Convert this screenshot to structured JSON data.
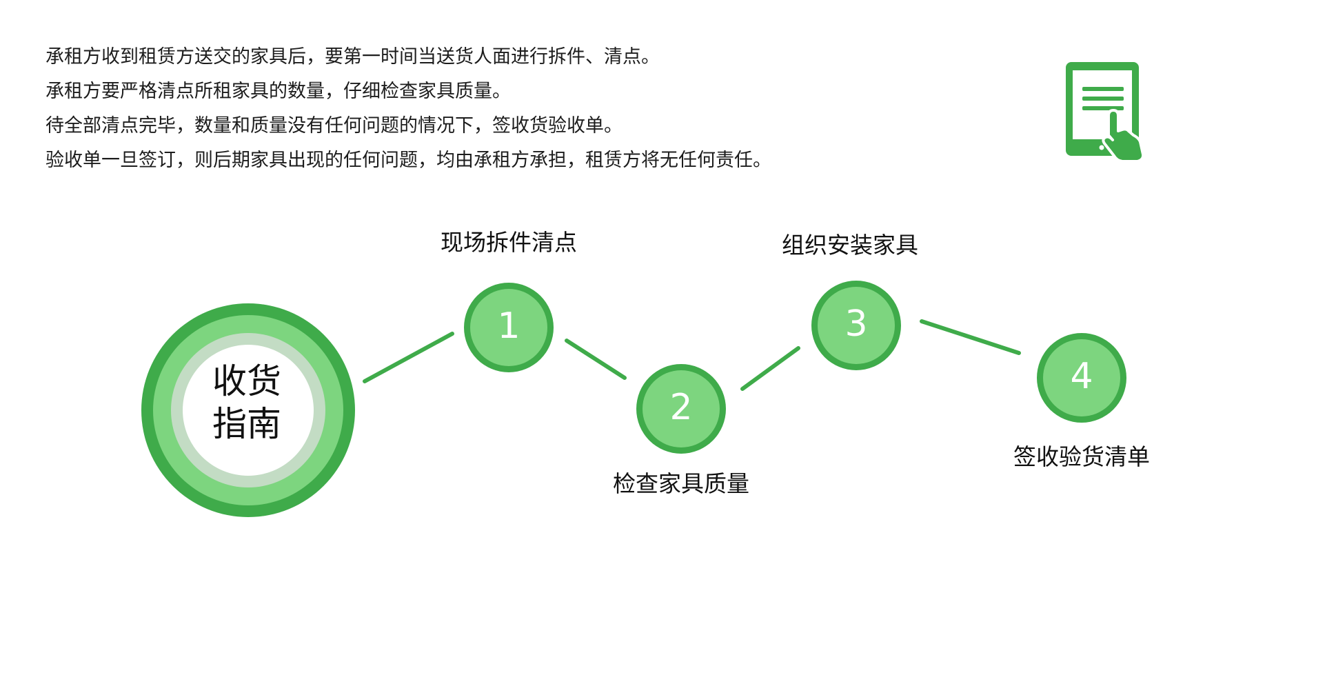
{
  "intro": {
    "lines": [
      "承租方收到租赁方送交的家具后，要第一时间当送货人面进行拆件、清点。",
      "承租方要严格清点所租家具的数量，仔细检查家具质量。",
      "待全部清点完毕，数量和质量没有任何问题的情况下，签收货验收单。",
      "验收单一旦签订，则后期家具出现的任何问题，均由承租方承担，租赁方将无任何责任。"
    ]
  },
  "icon": {
    "name": "tablet-touch-icon",
    "color": "#3fab4a"
  },
  "hub": {
    "line1": "收货",
    "line2": "指南"
  },
  "steps": [
    {
      "number": "1",
      "label": "现场拆件清点"
    },
    {
      "number": "2",
      "label": "检查家具质量"
    },
    {
      "number": "3",
      "label": "组织安装家具"
    },
    {
      "number": "4",
      "label": "签收验货清单"
    }
  ],
  "colors": {
    "dark_green": "#3fab4a",
    "light_green": "#7dd57f",
    "pale_green": "#c3dcc4",
    "white": "#ffffff"
  }
}
